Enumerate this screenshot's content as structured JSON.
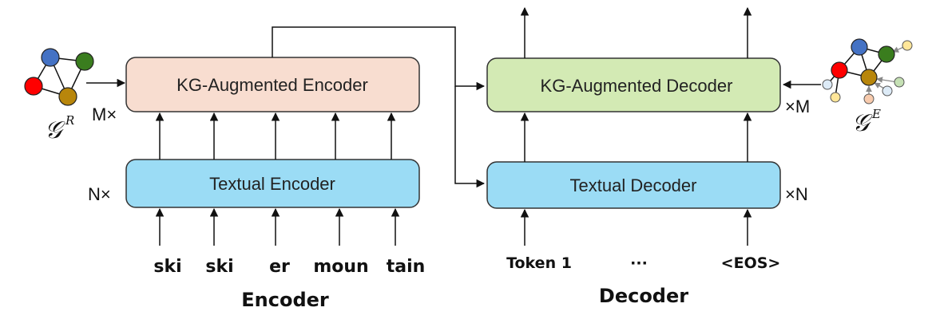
{
  "encoder": {
    "kg_label": "KG-Augmented Encoder",
    "kg_multiplier": "M×",
    "textual_label": "Textual Encoder",
    "textual_multiplier": "N×",
    "tokens": [
      "ski",
      "ski",
      "er",
      "moun",
      "tain"
    ],
    "caption": "Encoder",
    "graph_symbol": "𝒢",
    "graph_superscript": "R"
  },
  "decoder": {
    "kg_label": "KG-Augmented Decoder",
    "kg_multiplier": "×M",
    "textual_label": "Textual Decoder",
    "textual_multiplier": "×N",
    "tokens": [
      "Token 1",
      "···",
      "<EOS>"
    ],
    "caption": "Decoder",
    "graph_symbol": "𝒢",
    "graph_superscript": "E"
  },
  "colors": {
    "kg_encoder_fill": "#F8DDD0",
    "kg_decoder_fill": "#D3EAB4",
    "textual_fill": "#9BDCF5",
    "node_red": "#FF0000",
    "node_blue": "#4472C4",
    "node_green": "#3A7D1E",
    "node_olive": "#B8860B",
    "node_light_blue": "#DDEBF7",
    "node_light_yellow": "#FFE699",
    "node_light_red": "#F8CBAD",
    "node_light_green": "#C5E0B4"
  }
}
